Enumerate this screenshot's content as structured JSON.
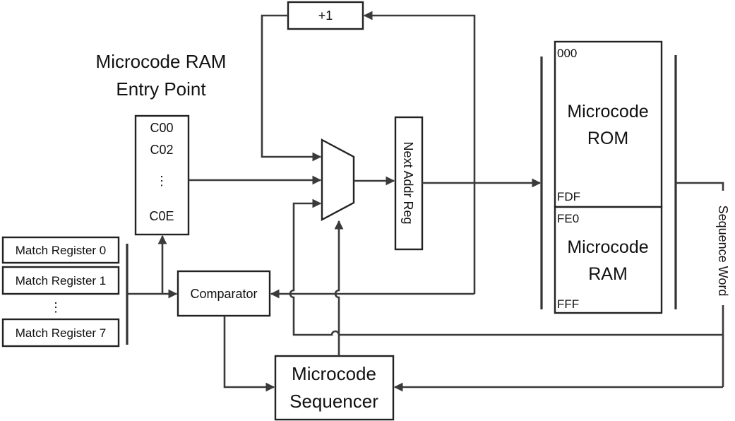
{
  "title": {
    "line1": "Microcode RAM",
    "line2": "Entry Point"
  },
  "entry_point": {
    "items": [
      "C00",
      "C02",
      "⋮",
      "C0E"
    ]
  },
  "match_registers": {
    "items": [
      "Match Register 0",
      "Match Register 1",
      "⋮",
      "Match Register 7"
    ]
  },
  "comparator": "Comparator",
  "increment": "+1",
  "next_addr_reg": "Next Addr Reg",
  "rom": {
    "start": "000",
    "label_line1": "Microcode",
    "label_line2": "ROM",
    "end": "FDF"
  },
  "ram": {
    "start": "FE0",
    "label_line1": "Microcode",
    "label_line2": "RAM",
    "end": "FFF"
  },
  "sequence_word": "Sequence Word",
  "sequencer": {
    "line1": "Microcode",
    "line2": "Sequencer"
  }
}
